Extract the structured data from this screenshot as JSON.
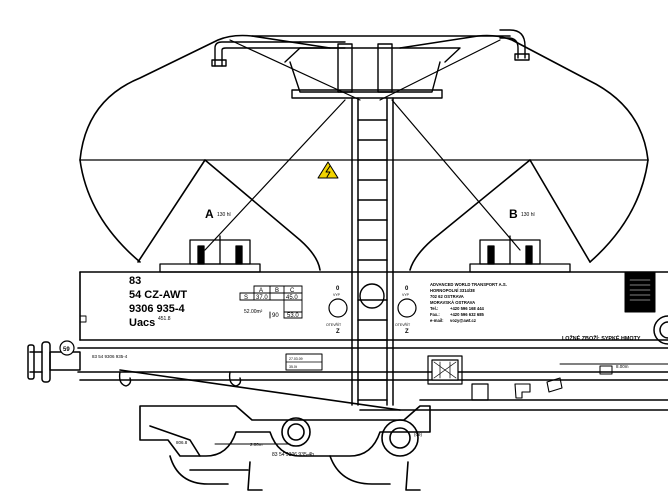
{
  "marking": {
    "line1": "83",
    "line2": "54 CZ-AWT",
    "line3": "9306 935-4",
    "line4": "Uacs",
    "superscript": "451.8"
  },
  "compartments": {
    "a_letter": "A",
    "a_volume": "130 hl",
    "b_letter": "B",
    "b_volume": "130 hl"
  },
  "loading_table": {
    "header": [
      "A",
      "B",
      "C"
    ],
    "row1": [
      "S",
      "37.0",
      "45.0"
    ],
    "row2": [
      "90",
      "53.0"
    ],
    "area": "52.00m²"
  },
  "valves": {
    "left_top": "0",
    "left_sub": "VYP",
    "left_bottom": "OTEVŘÍT",
    "left_z": "Z",
    "right_top": "0",
    "right_sub": "VYP",
    "right_bottom": "OTEVŘÍT",
    "right_z": "Z"
  },
  "owner": {
    "line1": "ADVANCED WORLD TRANSPORT A.S.",
    "line2": "HORNOPOLNÍ 3314/38",
    "line3": "702 62 OSTRAVA",
    "line4": "MORAVSKÁ OSTRAVA",
    "tel_label": "Tel.:",
    "tel": "+420 596 168 444",
    "fax_label": "Fax.:",
    "fax": "+420 596 632 685",
    "email_label": "e-mail:",
    "email": "vozy@awt.cz"
  },
  "cargo_note": "LOŽNÉ ZBOŽÍ: SYPKÉ HMOTY",
  "frame": {
    "number_small": "83 54 9306 935-4",
    "number_bottom": "83 54 9306 935-4b",
    "badge": "59",
    "dim_right": "8.00m",
    "dim_bogie": "2.00m",
    "code_left": "806.8",
    "code_bottom": "(09)",
    "box_line1": "27.03.09",
    "box_line2": "35.0t"
  }
}
